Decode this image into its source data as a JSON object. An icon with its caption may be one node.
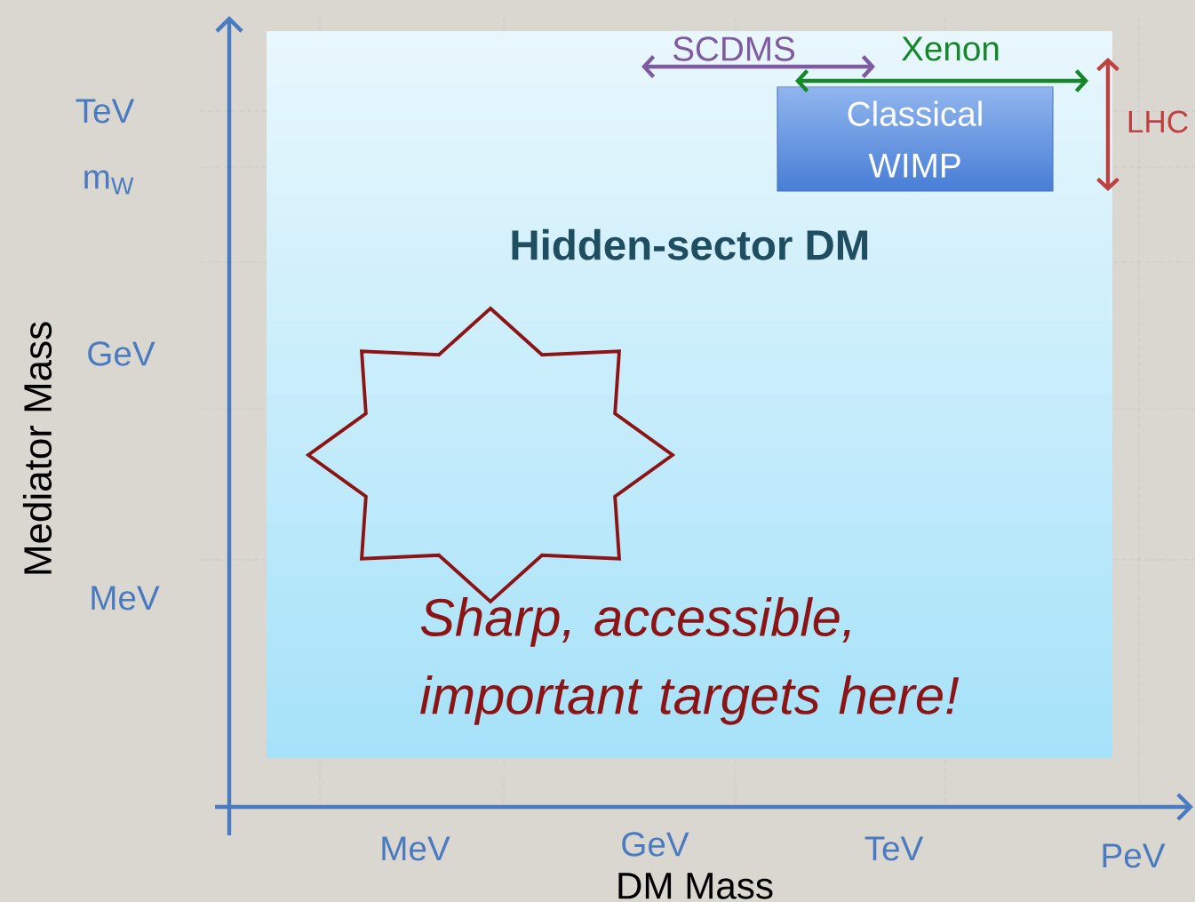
{
  "diagram": {
    "nodes": [
      {
        "text": [
          "Hidden-sector DM"
        ]
      },
      {
        "text": [
          "Classical WIMP"
        ],
        "in": 0
      }
    ],
    "labels": [
      "SCDMS",
      "Xenon",
      "TeV",
      "LHC",
      "m$_{W}$",
      "GeV",
      "Mediator Mass",
      "MeV",
      "Sharp, accessible, important targets here!",
      "MeV",
      "GeV",
      "TeV",
      "PeV",
      "DM Mass"
    ]
  }
}
